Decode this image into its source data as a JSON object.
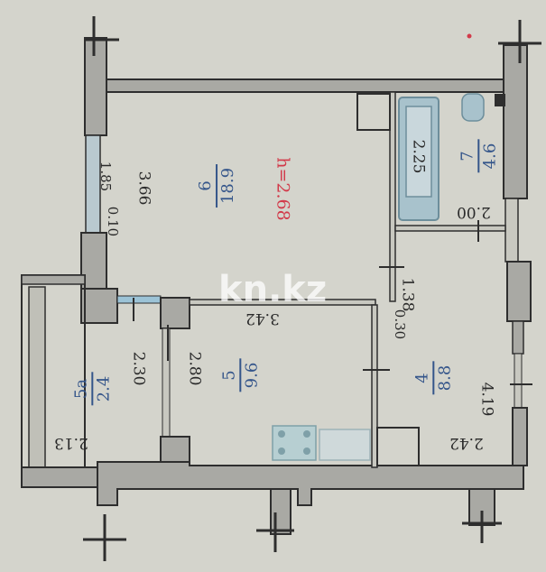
{
  "watermark": "kn.kz",
  "ceiling_height": "h=2.68",
  "colors": {
    "background": "#d4d4cc",
    "wall_fill": "#a9a9a4",
    "wall_stroke": "#2e2e2e",
    "room_label": "#34558a",
    "height_label": "#d23a4a",
    "fixture": "#8fb3c4"
  },
  "rooms": [
    {
      "id": "6",
      "number": "6",
      "area": "18.9"
    },
    {
      "id": "7",
      "number": "7",
      "area": "4.6"
    },
    {
      "id": "5",
      "number": "5",
      "area": "9.6"
    },
    {
      "id": "5a",
      "number": "5a",
      "area": "2.4"
    },
    {
      "id": "4",
      "number": "4",
      "area": "8.8"
    }
  ],
  "dimensions": {
    "d_1_85": "1.85",
    "d_0_10": "0.10",
    "d_3_66": "3.66",
    "d_2_25": "2.25",
    "d_2_00": "2.00",
    "d_1_38": "1.38",
    "d_3_42": "3.42",
    "d_0_30": "0.30",
    "d_2_30": "2.30",
    "d_2_80": "2.80",
    "d_2_13": "2.13",
    "d_4_19": "4.19",
    "d_2_42": "2.42"
  }
}
